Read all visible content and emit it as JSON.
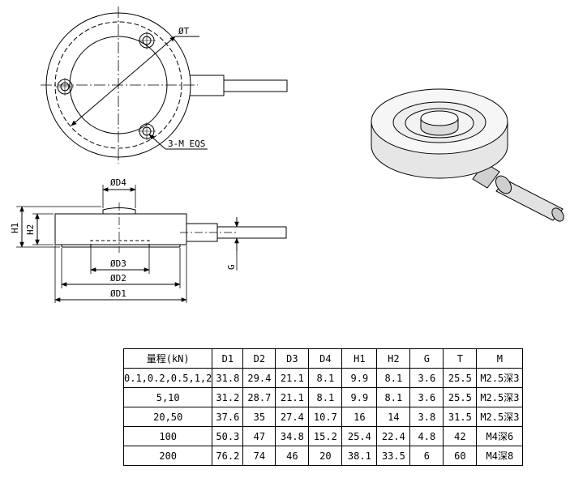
{
  "drawing": {
    "labels": {
      "phi_t": "ØT",
      "eqs": "3-M EQS",
      "phi_d4": "ØD4",
      "phi_d3": "ØD3",
      "phi_d2": "ØD2",
      "phi_d1": "ØD1",
      "h1": "H1",
      "h2": "H2",
      "g": "G"
    }
  },
  "table": {
    "headers": [
      "量程(kN)",
      "D1",
      "D2",
      "D3",
      "D4",
      "H1",
      "H2",
      "G",
      "T",
      "M"
    ],
    "rows": [
      [
        "0.1,0.2,0.5,1,2",
        "31.8",
        "29.4",
        "21.1",
        "8.1",
        "9.9",
        "8.1",
        "3.6",
        "25.5",
        "M2.5深3"
      ],
      [
        "5,10",
        "31.2",
        "28.7",
        "21.1",
        "8.1",
        "9.9",
        "8.1",
        "3.6",
        "25.5",
        "M2.5深3"
      ],
      [
        "20,50",
        "37.6",
        "35",
        "27.4",
        "10.7",
        "16",
        "14",
        "3.8",
        "31.5",
        "M2.5深3"
      ],
      [
        "100",
        "50.3",
        "47",
        "34.8",
        "15.2",
        "25.4",
        "22.4",
        "4.8",
        "42",
        "M4深6"
      ],
      [
        "200",
        "76.2",
        "74",
        "46",
        "20",
        "38.1",
        "33.5",
        "6",
        "60",
        "M4深8"
      ]
    ]
  }
}
